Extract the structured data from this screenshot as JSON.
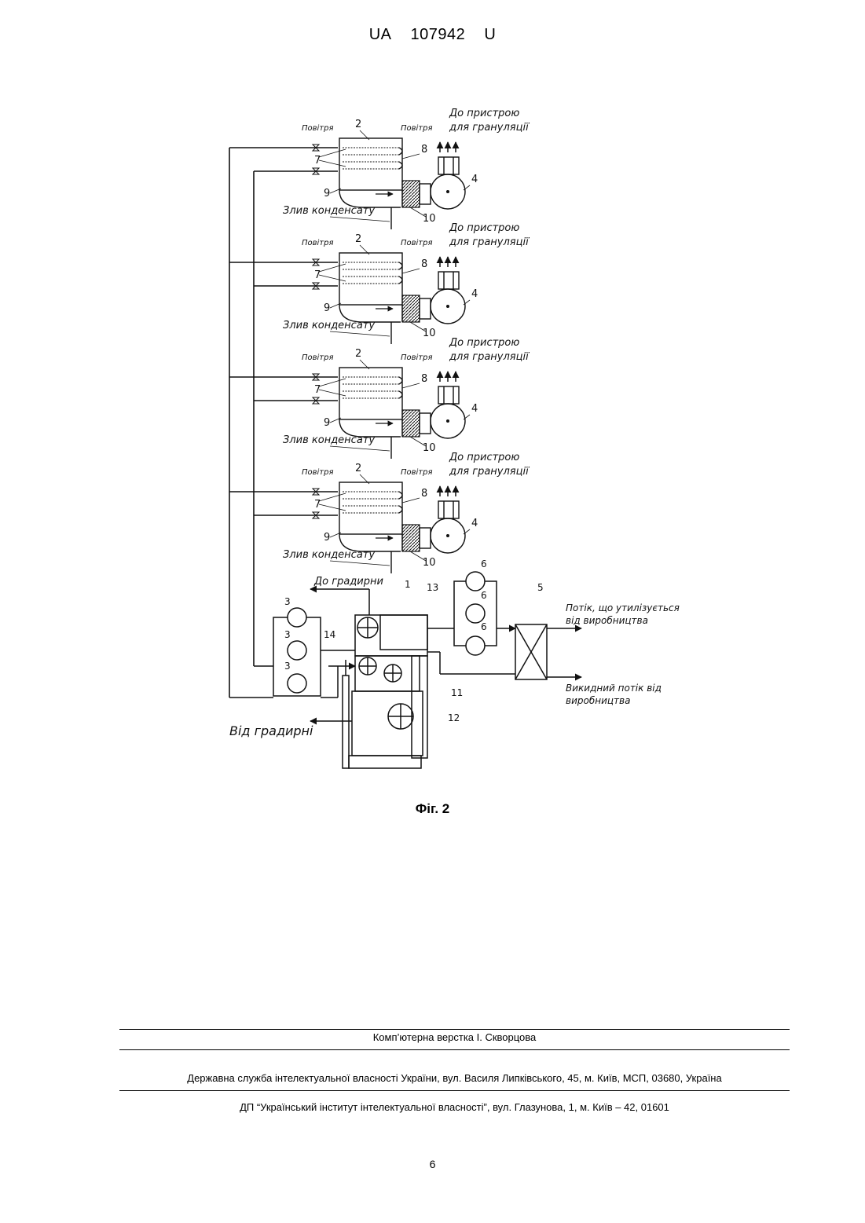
{
  "header": {
    "country": "UA",
    "number": "107942",
    "kind": "U"
  },
  "figure": {
    "caption": "Фіг. 2",
    "units": [
      {
        "air_left": "Повітря",
        "air_right": "Повітря",
        "to_device": "До пристрою",
        "for_granulation": "для грануляції",
        "condensate": "Злив конденсату",
        "n2": "2",
        "n7": "7",
        "n8": "8",
        "n9": "9",
        "n4": "4",
        "n10": "10"
      },
      {
        "air_left": "Повітря",
        "air_right": "Повітря",
        "to_device": "До пристрою",
        "for_granulation": "для грануляції",
        "condensate": "Злив конденсату",
        "n2": "2",
        "n7": "7",
        "n8": "8",
        "n9": "9",
        "n4": "4",
        "n10": "10"
      },
      {
        "air_left": "Повітря",
        "air_right": "Повітря",
        "to_device": "До пристрою",
        "for_granulation": "для грануляції",
        "condensate": "Злив конденсату",
        "n2": "2",
        "n7": "7",
        "n8": "8",
        "n9": "9",
        "n4": "4",
        "n10": "10"
      },
      {
        "air_left": "Повітря",
        "air_right": "Повітря",
        "to_device": "До пристрою",
        "for_granulation": "для грануляції",
        "condensate": "Злив конденсату",
        "n2": "2",
        "n7": "7",
        "n8": "8",
        "n9": "9",
        "n4": "4",
        "n10": "10"
      }
    ],
    "bottom": {
      "to_cooling_tower": "До градирни",
      "from_cooling_tower": "Від градирні",
      "utilized_flow_1": "Потік, що утилізується",
      "utilized_flow_2": "від виробництва",
      "exhaust_flow_1": "Викидний потік від",
      "exhaust_flow_2": "виробництва",
      "n1": "1",
      "n13": "13",
      "n14": "14",
      "n11": "11",
      "n12": "12",
      "n5": "5",
      "n3": "3",
      "n6": "6"
    }
  },
  "footer": {
    "layout": "Комп’ютерна верстка І. Скворцова",
    "service": "Державна служба інтелектуальної власності України, вул. Василя Липківського, 45, м. Київ, МСП, 03680, Україна",
    "institute": "ДП “Український інститут інтелектуальної власності”, вул. Глазунова, 1, м. Київ – 42, 01601",
    "page_number": "6"
  }
}
